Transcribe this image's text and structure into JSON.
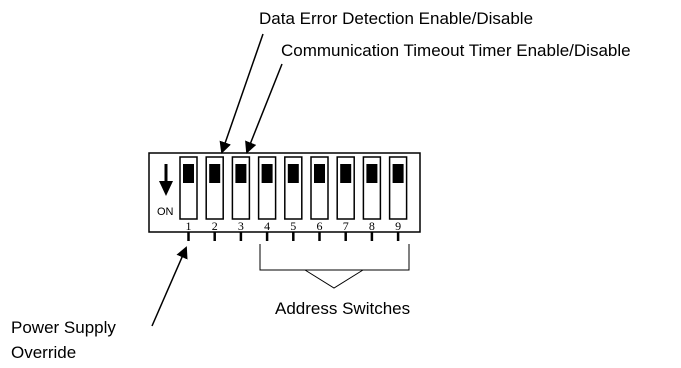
{
  "labels": {
    "data_error": "Data Error Detection Enable/Disable",
    "comm_timeout": "Communication Timeout Timer Enable/Disable",
    "address_switches": "Address Switches",
    "power_supply_line1": "Power Supply",
    "power_supply_line2": "Override"
  },
  "dip": {
    "on_label": "ON",
    "switch_numbers": [
      "1",
      "2",
      "3",
      "4",
      "5",
      "6",
      "7",
      "8",
      "9"
    ]
  }
}
